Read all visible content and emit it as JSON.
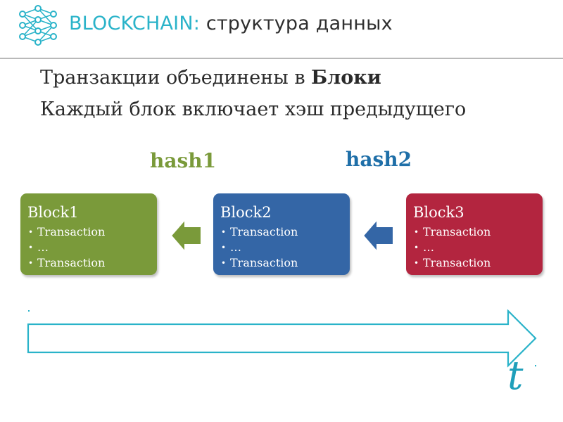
{
  "header": {
    "brand": "BLOCKCHAIN:",
    "subtitle": "структура данных"
  },
  "intro": {
    "line1_text": "Транзакции объединены в",
    "line1_bold": "Блоки",
    "line2": "Каждый блок включает хэш предыдущего"
  },
  "hashes": {
    "hash1": "hash1",
    "hash2": "hash2"
  },
  "blocks": [
    {
      "name": "Block1",
      "color": "#7a9a3a",
      "items": [
        "Transaction",
        "…",
        "Transaction"
      ]
    },
    {
      "name": "Block2",
      "color": "#3466a6",
      "items": [
        "Transaction",
        "…",
        "Transaction"
      ]
    },
    {
      "name": "Block3",
      "color": "#b3253f",
      "items": [
        "Transaction",
        "…",
        "Transaction"
      ]
    }
  ],
  "timeline": {
    "label": "t",
    "color": "#1f9fba"
  },
  "colors": {
    "accent": "#2ab3c9",
    "hash1": "#7a9a3a",
    "hash2": "#1f6fa8"
  },
  "icons": {
    "logo": "network-nodes-icon",
    "left_arrow": "arrow-left-icon",
    "time_arrow": "arrow-right-outline-icon"
  }
}
